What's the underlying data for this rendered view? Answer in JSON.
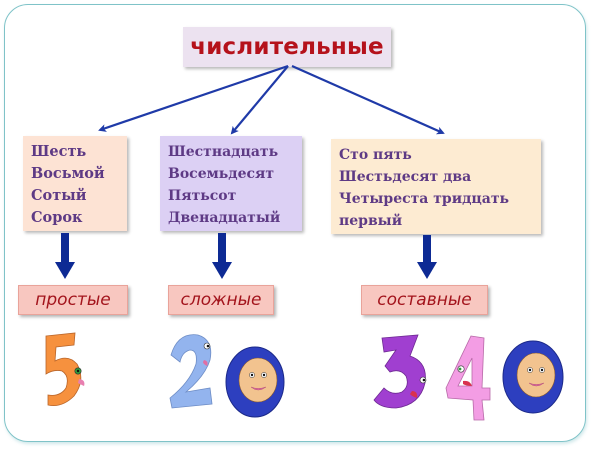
{
  "diagram": {
    "title": "числительные",
    "groups": [
      {
        "examples": [
          "Шесть",
          "Восьмой",
          "Сотый",
          "Сорок"
        ],
        "category": "простые",
        "illustration": "5",
        "color": "#fde3d4"
      },
      {
        "examples": [
          "Шестнадцать",
          "Восемьдесят",
          "Пятьсот",
          "Двенадцатый"
        ],
        "category": "сложные",
        "illustration": "20",
        "color": "#dcd0f4"
      },
      {
        "examples": [
          "Сто пять",
          "Шестьдесят два",
          "Четыреста тридцать",
          "первый"
        ],
        "category": "составные",
        "illustration": "340",
        "color": "#fdebd2"
      }
    ],
    "colors": {
      "title_text": "#b5121b",
      "title_bg": "#ece2f0",
      "example_text": "#5e3a85",
      "arrow": "#1f3aa8",
      "down_arrow": "#0d2a94",
      "category_bg": "#f8c7c0",
      "category_text": "#a3141c",
      "frame": "#7fc3c8"
    }
  }
}
